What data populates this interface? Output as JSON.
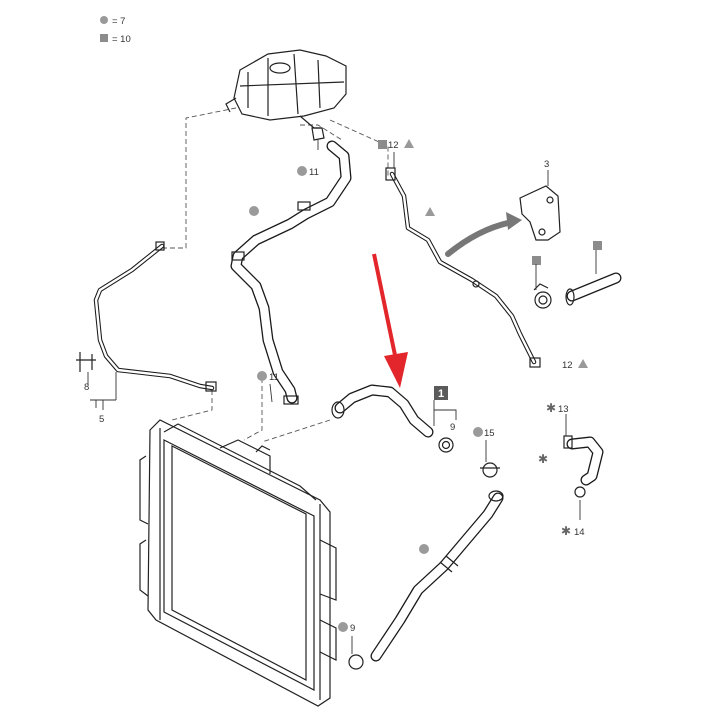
{
  "legend": [
    {
      "marker": "circle",
      "text": "= 7"
    },
    {
      "marker": "square",
      "text": "= 10"
    }
  ],
  "callouts": {
    "c3": "3",
    "c5": "5",
    "c8": "8",
    "c9a": "9",
    "c9b": "9",
    "c11a": "11",
    "c11b": "11",
    "c12a": "12",
    "c12b": "12",
    "c13": "13",
    "c14": "14",
    "c15": "15",
    "box1": "1"
  },
  "colors": {
    "arrow": "#e3262b",
    "label_box": "#5a5a5a",
    "marker_grey": "#9a9a9a"
  }
}
